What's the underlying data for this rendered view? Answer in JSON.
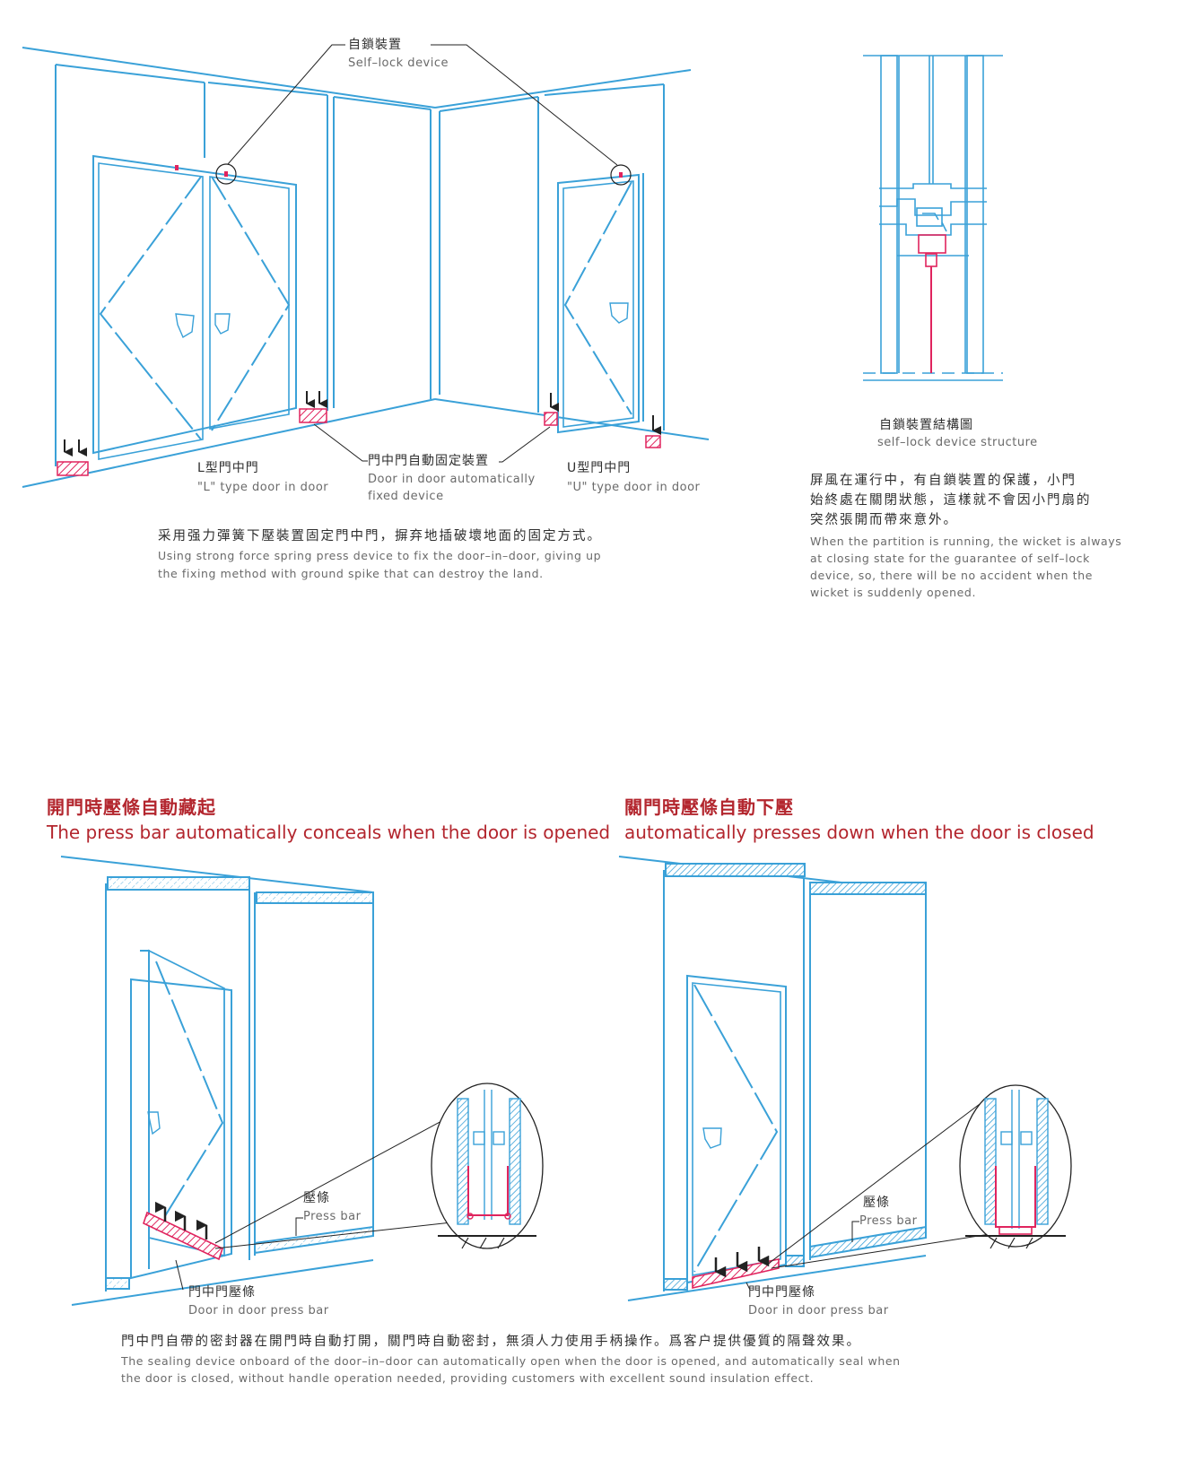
{
  "top_diagram": {
    "self_lock_cn": "自鎖裝置",
    "self_lock_en": "Self–lock device",
    "l_type_cn": "L型門中門",
    "l_type_en": "\"L\" type door in door",
    "auto_fixed_cn": "門中門自動固定裝置",
    "auto_fixed_en_1": "Door in door automatically",
    "auto_fixed_en_2": "fixed device",
    "u_type_cn": "U型門中門",
    "u_type_en": "\"U\" type door in door",
    "caption_cn": "采用强力彈簧下壓裝置固定門中門，摒弃地插破壞地面的固定方式。",
    "caption_en_1": "Using strong force spring press device to fix the door–in–door, giving up",
    "caption_en_2": "the fixing method with ground spike that can destroy the land."
  },
  "structure": {
    "title_cn": "自鎖裝置結構圖",
    "title_en": "self–lock device structure",
    "desc_cn_1": "屏風在運行中，有自鎖裝置的保護，小門",
    "desc_cn_2": "始終處在關閉狀態，這樣就不會因小門扇的",
    "desc_cn_3": "突然張開而帶來意外。",
    "desc_en_1": "When the partition is running, the wicket is always",
    "desc_en_2": "at closing state for the guarantee of self–lock",
    "desc_en_3": "device, so, there will be no accident when the",
    "desc_en_4": "wicket is suddenly opened."
  },
  "open_panel": {
    "heading_cn": "開門時壓條自動藏起",
    "heading_en": "The press bar automatically conceals when the door is opened",
    "press_bar_cn": "壓條",
    "press_bar_en": "Press bar",
    "door_bar_cn": "門中門壓條",
    "door_bar_en": "Door in door press bar"
  },
  "closed_panel": {
    "heading_cn": "關門時壓條自動下壓",
    "heading_en": "automatically presses down when the door is closed",
    "press_bar_cn": "壓條",
    "press_bar_en": "Press bar",
    "door_bar_cn": "門中門壓條",
    "door_bar_en": "Door in door press bar"
  },
  "bottom_caption": {
    "cn": "門中門自帶的密封器在開門時自動打開，關門時自動密封，無須人力使用手柄操作。爲客户提供優質的隔聲效果。",
    "en_1": "The sealing device onboard of the door–in–door can automatically open when the door is opened, and automatically seal when",
    "en_2": "the door is closed, without handle operation needed, providing customers with excellent sound insulation effect."
  },
  "colors": {
    "line": "#3aa1d8",
    "accent": "#e0245e",
    "heading": "#b3262e"
  }
}
